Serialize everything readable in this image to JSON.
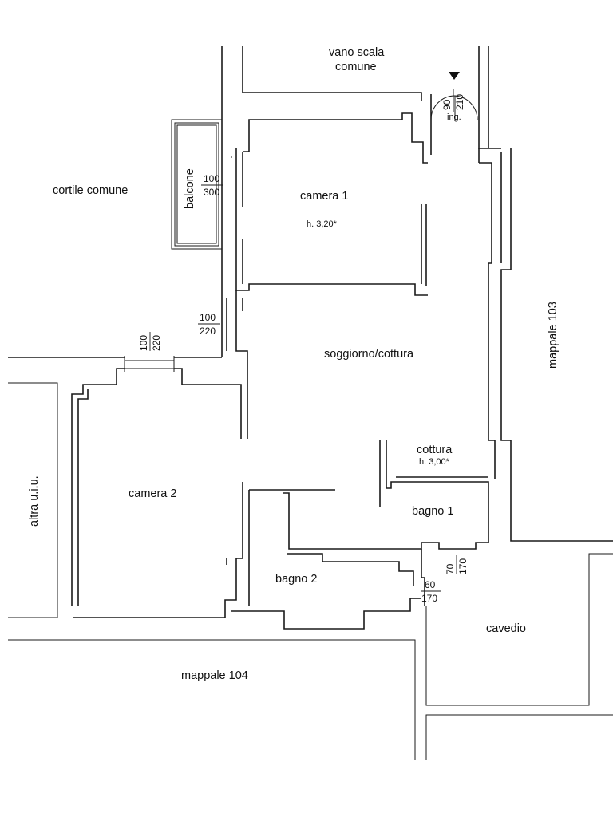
{
  "labels": {
    "vano_scala_line1": "vano scala",
    "vano_scala_line2": "comune",
    "cortile": "cortile comune",
    "balcone": "balcone",
    "camera1": "camera 1",
    "camera1_height": "h. 3,20*",
    "soggiorno": "soggiorno/cottura",
    "cottura": "cottura",
    "cottura_height": "h. 3,00*",
    "camera2": "camera 2",
    "bagno1": "bagno 1",
    "bagno2": "bagno 2",
    "cavedio": "cavedio",
    "mappale103": "mappale 103",
    "mappale104": "mappale 104",
    "altra_uiu": "altra u.i.u.",
    "ingresso": "ing."
  },
  "dimensions": {
    "door_width": "90",
    "door_height": "210",
    "balcone_w": "100",
    "balcone_h": "300",
    "window_w": "100",
    "window_h": "220",
    "camera2_win_w": "100",
    "camera2_win_h": "220",
    "bagno1_win_w": "70",
    "bagno1_win_h": "170",
    "bagno2_win_w": "60",
    "bagno2_win_h": "170"
  }
}
